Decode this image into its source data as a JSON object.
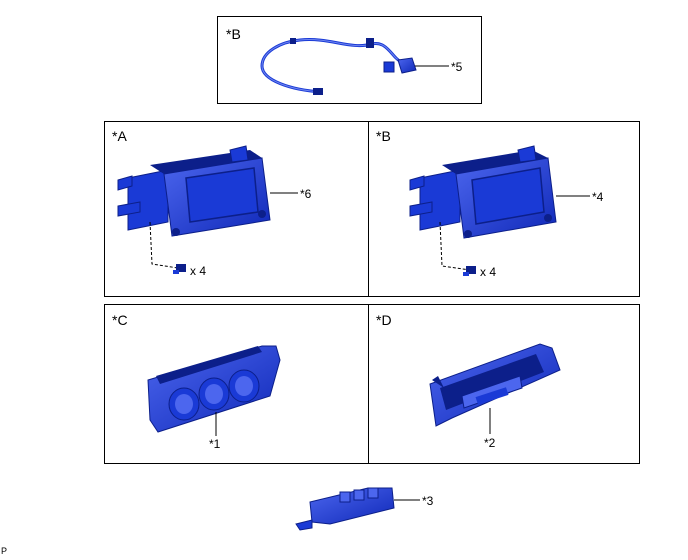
{
  "panels": {
    "top": {
      "tag": "*B",
      "callout": "*5"
    },
    "a": {
      "tag": "*A",
      "callout": "*6",
      "qty": "x 4"
    },
    "b": {
      "tag": "*B",
      "callout": "*4",
      "qty": "x 4"
    },
    "c": {
      "tag": "*C",
      "callout": "*1"
    },
    "d": {
      "tag": "*D",
      "callout": "*2"
    }
  },
  "loose": {
    "callout": "*3"
  },
  "corner_mark": "P",
  "colors": {
    "part_fill": "#1a3ad6",
    "part_dark": "#0c1f8a",
    "part_light": "#6f86f0",
    "line": "#000000"
  }
}
